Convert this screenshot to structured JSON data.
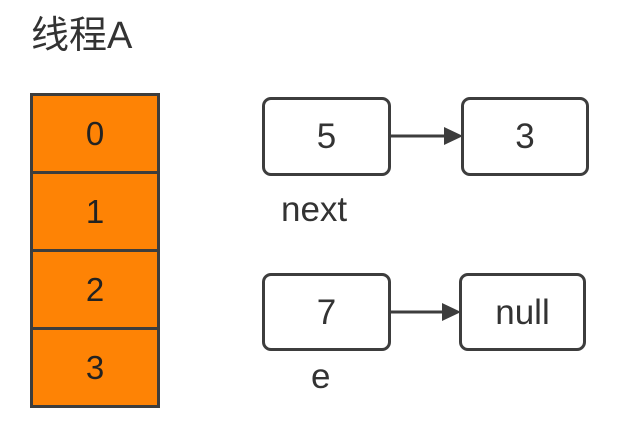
{
  "diagram": {
    "title": "线程A",
    "colors": {
      "bucket_fill": "#fe8305",
      "stroke": "#3d3d3d",
      "text": "#333333",
      "node_fill": "#ffffff",
      "background": "#ffffff"
    },
    "bucket_array": {
      "name": "hash-bucket-array",
      "cells": [
        {
          "label": "0"
        },
        {
          "label": "1"
        },
        {
          "label": "2"
        },
        {
          "label": "3"
        }
      ]
    },
    "linked_rows": [
      {
        "from_node": "5",
        "to_node": "3",
        "pointer_label": "next",
        "arrow": "right-arrow"
      },
      {
        "from_node": "7",
        "to_node": "null",
        "pointer_label": "e",
        "arrow": "right-arrow"
      }
    ]
  }
}
